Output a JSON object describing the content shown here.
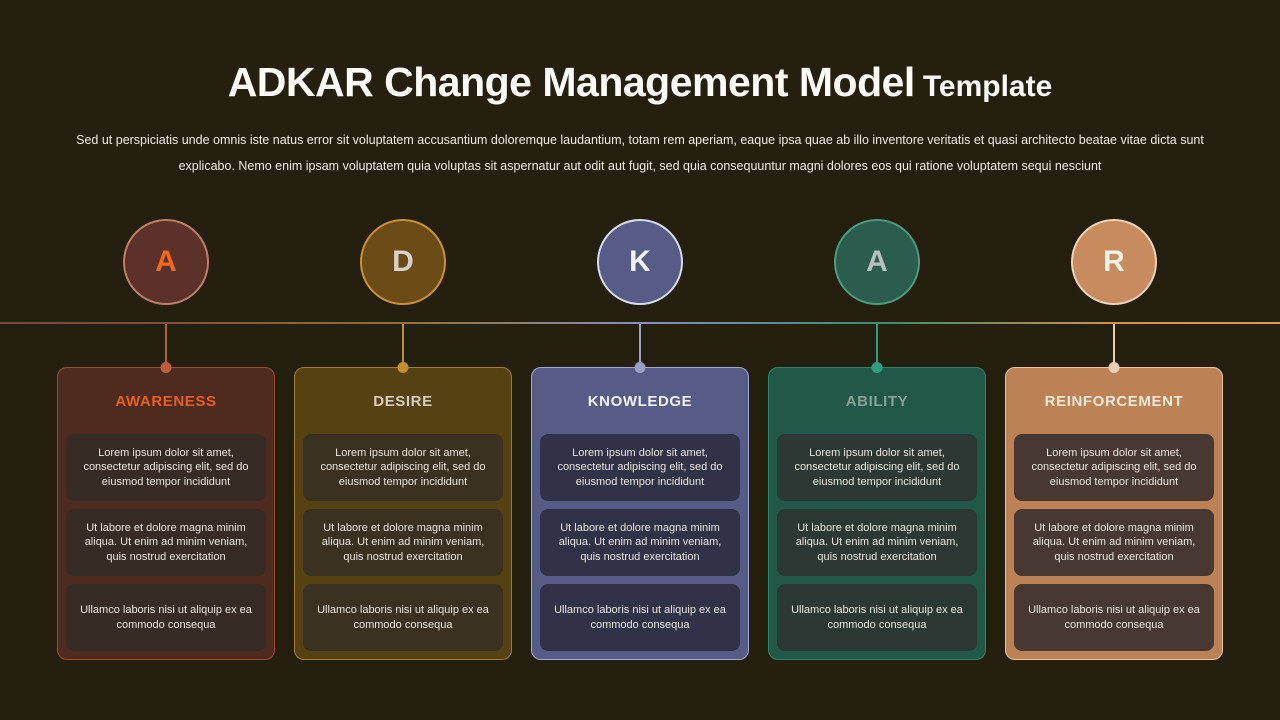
{
  "slide": {
    "background": "#251f0f",
    "title": "ADKAR Change Management Model",
    "title_suffix": "Template",
    "title_color": "#fbfaf7",
    "description_line1": "Sed ut perspiciatis unde omnis iste natus error sit voluptatem accusantium doloremque laudantium, totam rem aperiam, eaque ipsa quae ab illo inventore veritatis et quasi architecto beatae vitae",
    "description_line2": "dicta sunt explicabo. Nemo enim ipsam voluptatem quia voluptas sit aspernatur aut odit aut fugit, sed quia consequuntur magni dolores eos qui ratione voluptatem sequi nesciunt",
    "description_color": "#f0ebe1"
  },
  "timeline": {
    "line_gradient_colors": [
      "#6f4e3c",
      "#8d7137",
      "#8a8fb6",
      "#3f8a6c",
      "#d79a60"
    ]
  },
  "body_items": [
    "Lorem ipsum dolor sit amet, consectetur adipiscing elit, sed do eiusmod tempor incididunt",
    "Ut labore et dolore magna minim aliqua. Ut enim ad minim veniam, quis nostrud exercitation",
    "Ullamco laboris nisi ut aliquip ex ea commodo consequa"
  ],
  "steps": [
    {
      "id": "awareness",
      "letter": "A",
      "title": "AWARENESS",
      "accent": {
        "circle_fill": "#5c3129",
        "circle_border": "#bd8064",
        "letter": "#ef6a1e",
        "card_bg": "#4f2a1e",
        "card_border": "#9c4c32",
        "header_text": "#e8611c",
        "box_bg": "#372c25",
        "connector": "#bc5f38"
      }
    },
    {
      "id": "desire",
      "letter": "D",
      "title": "DESIRE",
      "accent": {
        "circle_fill": "#6b4c16",
        "circle_border": "#c8923c",
        "letter": "#d7d2ca",
        "card_bg": "#564113",
        "card_border": "#a87d22",
        "header_text": "#d9cec0",
        "box_bg": "#3a3120",
        "connector": "#c28e2e"
      }
    },
    {
      "id": "knowledge",
      "letter": "K",
      "title": "KNOWLEDGE",
      "accent": {
        "circle_fill": "#565c86",
        "circle_border": "#d7dae7",
        "letter": "#f2f3f8",
        "card_bg": "#565c86",
        "card_border": "#a3a8c8",
        "header_text": "#eff1f7",
        "box_bg": "#303347",
        "connector": "#9aa0c2"
      }
    },
    {
      "id": "ability",
      "letter": "A",
      "title": "ABILITY",
      "accent": {
        "circle_fill": "#2a5d4e",
        "circle_border": "#4d9a7e",
        "letter": "#b9bfbc",
        "card_bg": "#215848",
        "card_border": "#31826a",
        "header_text": "#8ba197",
        "box_bg": "#2b3833",
        "connector": "#2f9e80"
      }
    },
    {
      "id": "reinforcement",
      "letter": "R",
      "title": "REINFORCEMENT",
      "accent": {
        "circle_fill": "#c88b5e",
        "circle_border": "#ecd4ba",
        "letter": "#f8f1e7",
        "card_bg": "#bd8156",
        "card_border": "#e3c7a5",
        "header_text": "#f4e9d8",
        "box_bg": "#473931",
        "connector": "#e7d0b2"
      }
    }
  ]
}
